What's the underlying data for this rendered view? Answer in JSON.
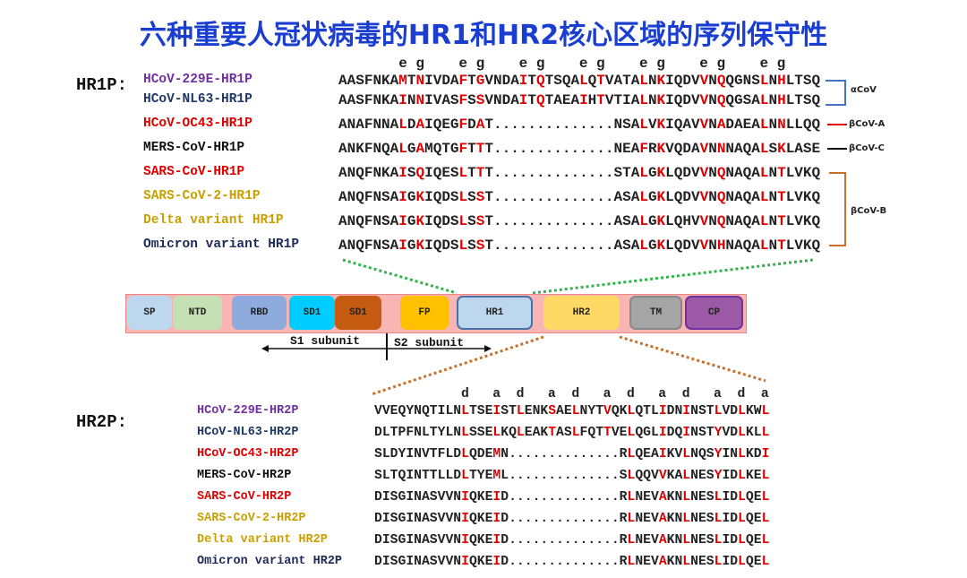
{
  "title": "六种重要人冠状病毒的HR1和HR2核心区域的序列保守性",
  "hr1": {
    "label": "HR1P:",
    "heptad": "       e g    e g    e g    e g    e g    e g    e g",
    "rows": [
      {
        "name": "HCoV-229E-HR1P",
        "color": "#7030a0",
        "seq": "AASFNKAmTnIVDAfTgVNDAiTqTSQAlQtVATAlNkIQDVvNqQGNSlNhLTSQ"
      },
      {
        "name": "HCoV-NL63-HR1P",
        "color": "#1f3864",
        "seq": "AASFNKAiNnIVASfSsVNDAiTqTAEAiHtVTIAlNkIQDVvNqQGSAlNhLTSQ"
      },
      {
        "name": "HCoV-OC43-HR1P",
        "color": "#e00000",
        "seq": "ANAFNNAlDaIQEGfDaT..............NSAlVkIQAVvNaDAEAlNnLLQQ"
      },
      {
        "name": "MERS-CoV-HR1P",
        "color": "#111111",
        "seq": "ANKFNQAlGaMQTGfTtT..............NEAfRkVQDAvNnNAQAlSkLASE"
      },
      {
        "name": "SARS-CoV-HR1P",
        "color": "#e00000",
        "seq": "ANQFNKAiSqIQESlTtT..............STAlGkLQDVvNqNAQAlNtLVKQ"
      },
      {
        "name": "SARS-CoV-2-HR1P",
        "color": "#c9a000",
        "seq": "ANQFNSAiGkIQDSlSsT..............ASAlGkLQDVvNqNAQAlNtLVKQ"
      },
      {
        "name": "Delta variant HR1P",
        "color": "#c9a000",
        "seq": "ANQFNSAiGkIQDSlSsT..............ASAlGkLQHVvNqNAQAlNtLVKQ"
      },
      {
        "name": "Omicron variant HR1P",
        "color": "#1f2a5a",
        "seq": "ANQFNSAiGkIQDSlSsT..............ASAlGkLQDVvNhNAQAlNtLVKQ"
      }
    ],
    "groups": {
      "alpha": "αCoV",
      "betaA": "βCoV-A",
      "betaC": "βCoV-C",
      "betaB": "βCoV-B"
    }
  },
  "domains": [
    {
      "label": "SP",
      "color": "#bdd7ee"
    },
    {
      "label": "NTD",
      "color": "#c5e0b4"
    },
    {
      "label": "RBD",
      "color": "#8faadc"
    },
    {
      "label": "SD1",
      "color": "#00ccff"
    },
    {
      "label": "SD1",
      "color": "#c55a11"
    },
    {
      "label": "FP",
      "color": "#ffc000"
    },
    {
      "label": "HR1",
      "color": "#bdd7ee"
    },
    {
      "label": "HR2",
      "color": "#ffd966"
    },
    {
      "label": "TM",
      "color": "#a5a5a5"
    },
    {
      "label": "CP",
      "color": "#9b59a6"
    }
  ],
  "subunits": {
    "s1": "S1 subunit",
    "s2": "S2 subunit"
  },
  "hr2": {
    "label": "HR2P:",
    "heptad": "           d   a  d   a  d   a  d   a  d   a  d  a",
    "rows": [
      {
        "name": "HCoV-229E-HR2P",
        "color": "#7030a0",
        "seq": "VVEQYNQTILNlTSEiSTlENKsAElNYTvQKlQTLiDNiNSTlVDlKWl"
      },
      {
        "name": "HCoV-NL63-HR2P",
        "color": "#1f3864",
        "seq": "DLTPFNLTYLNlSSElKQlEAKtASlFQTtVElQGLiDQiNSTyVDlKLl"
      },
      {
        "name": "HCoV-OC43-HR2P",
        "color": "#e00000",
        "seq": "SLDYINVTFLDlQDEmN..............RlQEAiKVlNQSyINlKDi"
      },
      {
        "name": "MERS-CoV-HR2P",
        "color": "#111111",
        "seq": "SLTQINTTLLDlTYEmL..............SlQQVvKAlNESyIDlKEl"
      },
      {
        "name": "SARS-CoV-HR2P",
        "color": "#e00000",
        "seq": "DISGINASVVNiQKEiD..............RlNEVaKNlNESlIDlQEl"
      },
      {
        "name": "SARS-CoV-2-HR2P",
        "color": "#c9a000",
        "seq": "DISGINASVVNiQKEiD..............RlNEVaKNlNESlIDlQEl"
      },
      {
        "name": "Delta variant HR2P",
        "color": "#c9a000",
        "seq": "DISGINASVVNiQKEiD..............RlNEVaKNlNESlIDlQEl"
      },
      {
        "name": "Omicron variant HR2P",
        "color": "#1f2a5a",
        "seq": "DISGINASVVNiQKEiD..............RlNEVaKNlNESlIDlQEl"
      }
    ]
  }
}
